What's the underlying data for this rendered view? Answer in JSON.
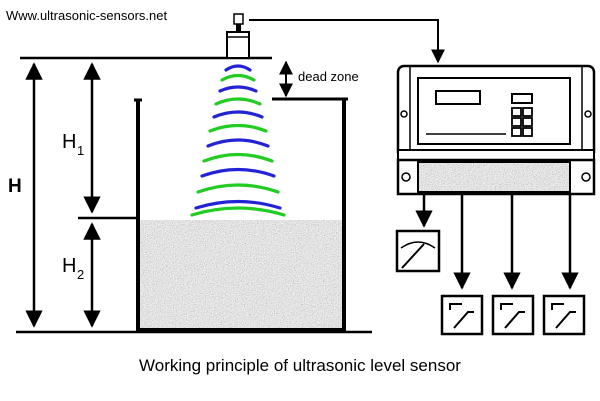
{
  "website": "Www.ultrasonic-sensors.net",
  "caption": "Working principle of ultrasonic level sensor",
  "labels": {
    "dead_zone": "dead zone",
    "H": "H",
    "H1_base": "H",
    "H1_sub": "1",
    "H2_base": "H",
    "H2_sub": "2"
  },
  "colors": {
    "wave_blue": "#2323d6",
    "wave_green": "#22cc22",
    "liquid": "#6f6f6f",
    "outline": "#000000"
  },
  "icons": {
    "sensor": "ultrasonic-sensor-icon",
    "controller": "controller-unit-icon",
    "meter": "analog-meter-icon",
    "relay": "relay-switch-icon"
  }
}
